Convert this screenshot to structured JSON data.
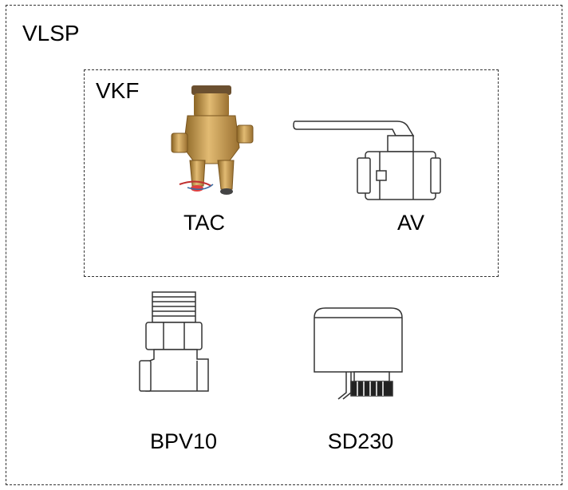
{
  "groups": {
    "outer": {
      "label": "VLSP"
    },
    "inner": {
      "label": "VKF"
    }
  },
  "components": {
    "tac": {
      "label": "TAC",
      "icon": "balancing-valve-icon"
    },
    "av": {
      "label": "AV",
      "icon": "ball-valve-icon"
    },
    "bpv10": {
      "label": "BPV10",
      "icon": "bypass-valve-icon"
    },
    "sd230": {
      "label": "SD230",
      "icon": "actuator-icon"
    }
  },
  "colors": {
    "brass": "#c99a52",
    "brass_dark": "#8a6424",
    "line": "#333333"
  }
}
